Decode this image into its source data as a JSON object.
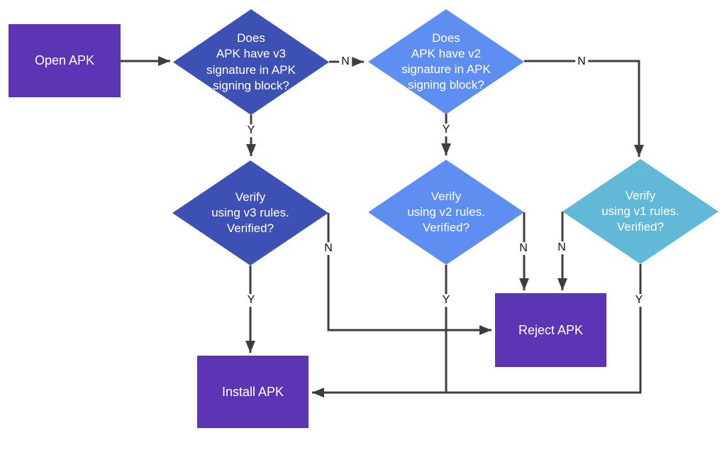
{
  "diagram": {
    "background": "#ffffff",
    "arrow_color": "#3e3e3e",
    "edge_label_color": "#111111",
    "node_text_color": "#ffffff",
    "nodes": {
      "open_apk": {
        "label": "Open APK",
        "shape": "rectangle",
        "fill": "#5c35b5"
      },
      "q_v3": {
        "label": "Does\nAPK have v3\nsignature in APK\nsigning block?",
        "shape": "diamond",
        "fill": "#3d51b5"
      },
      "q_v2": {
        "label": "Does\nAPK have v2\nsignature in APK\nsigning block?",
        "shape": "diamond",
        "fill": "#5f8ef2"
      },
      "verify_v3": {
        "label": "Verify\nusing v3 rules.\nVerified?",
        "shape": "diamond",
        "fill": "#3d51b5"
      },
      "verify_v2": {
        "label": "Verify\nusing v2 rules.\nVerified?",
        "shape": "diamond",
        "fill": "#5f8ef2"
      },
      "verify_v1": {
        "label": "Verify\nusing v1 rules.\nVerified?",
        "shape": "diamond",
        "fill": "#61b8d7"
      },
      "reject_apk": {
        "label": "Reject APK",
        "shape": "rectangle",
        "fill": "#5c35b5"
      },
      "install_apk": {
        "label": "Install APK",
        "shape": "rectangle",
        "fill": "#5c35b5"
      }
    },
    "edges": {
      "open_to_qv3": {
        "from": "open_apk",
        "to": "q_v3",
        "label": ""
      },
      "qv3_no": {
        "from": "q_v3",
        "to": "q_v2",
        "label": "N"
      },
      "qv3_yes": {
        "from": "q_v3",
        "to": "verify_v3",
        "label": "Y"
      },
      "qv2_no": {
        "from": "q_v2",
        "to": "verify_v1",
        "label": "N"
      },
      "qv2_yes": {
        "from": "q_v2",
        "to": "verify_v2",
        "label": "Y"
      },
      "verifyv3_yes": {
        "from": "verify_v3",
        "to": "install_apk",
        "label": "Y"
      },
      "verifyv3_no": {
        "from": "verify_v3",
        "to": "reject_apk",
        "label": "N"
      },
      "verifyv2_no": {
        "from": "verify_v2",
        "to": "reject_apk",
        "label": "N"
      },
      "verifyv2_yes": {
        "from": "verify_v2",
        "to": "install_apk",
        "label": "Y"
      },
      "verifyv1_no": {
        "from": "verify_v1",
        "to": "reject_apk",
        "label": "N"
      },
      "verifyv1_yes": {
        "from": "verify_v1",
        "to": "install_apk",
        "label": "Y"
      }
    }
  }
}
